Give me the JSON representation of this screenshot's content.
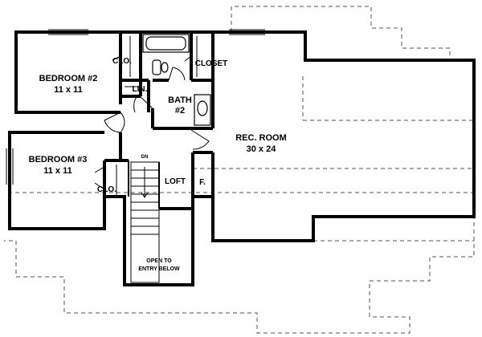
{
  "rooms": {
    "bedroom2": {
      "name": "BEDROOM #2",
      "size": "11 x 11"
    },
    "bedroom3": {
      "name": "BEDROOM #3",
      "size": "11 x 11"
    },
    "rec_room": {
      "name": "REC. ROOM",
      "size": "30 x 24"
    },
    "bath2": {
      "name": "BATH",
      "number": "#2"
    },
    "loft": {
      "name": "LOFT"
    }
  },
  "closets": {
    "clo_bed2": "CLO.",
    "clo_bed3": "CLO.",
    "closet": "CLOSET",
    "linen": "LIN.",
    "f": "F."
  },
  "stairs": {
    "direction": "DN"
  },
  "open_to": {
    "line1": "OPEN TO",
    "line2": "ENTRY BELOW"
  }
}
